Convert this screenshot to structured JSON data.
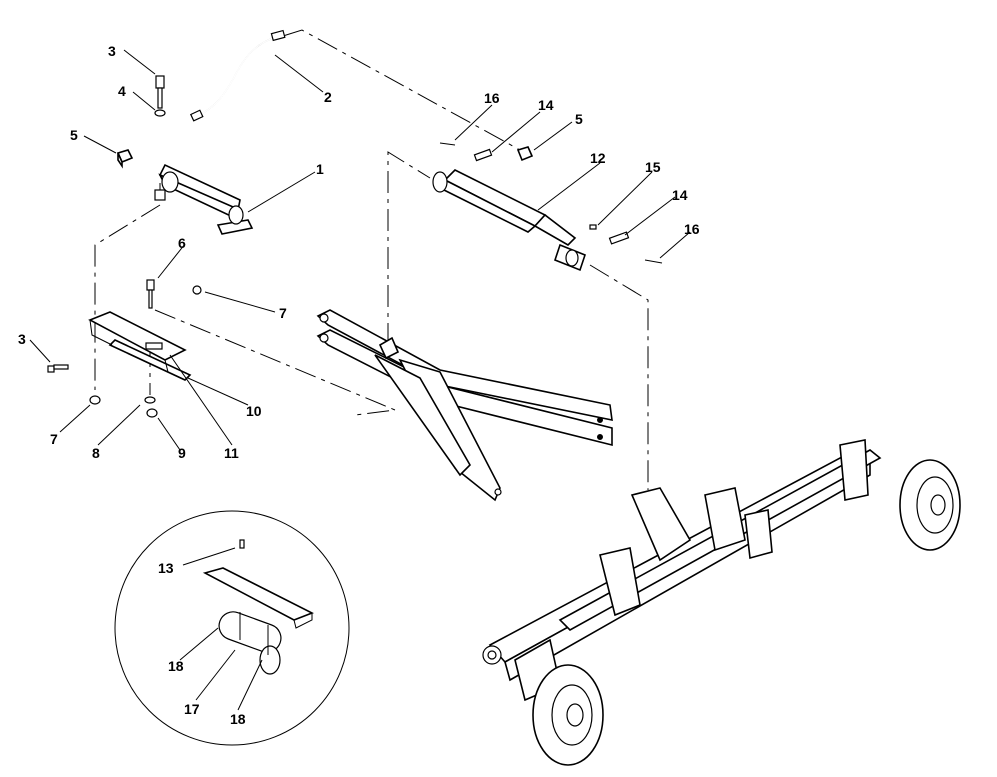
{
  "callouts": {
    "c1": "1",
    "c2": "2",
    "c3a": "3",
    "c3b": "3",
    "c4": "4",
    "c5a": "5",
    "c5b": "5",
    "c6": "6",
    "c7a": "7",
    "c7b": "7",
    "c8": "8",
    "c9": "9",
    "c10": "10",
    "c11": "11",
    "c12": "12",
    "c13": "13",
    "c14a": "14",
    "c14b": "14",
    "c15": "15",
    "c16a": "16",
    "c16b": "16",
    "c17": "17",
    "c18a": "18",
    "c18b": "18"
  }
}
